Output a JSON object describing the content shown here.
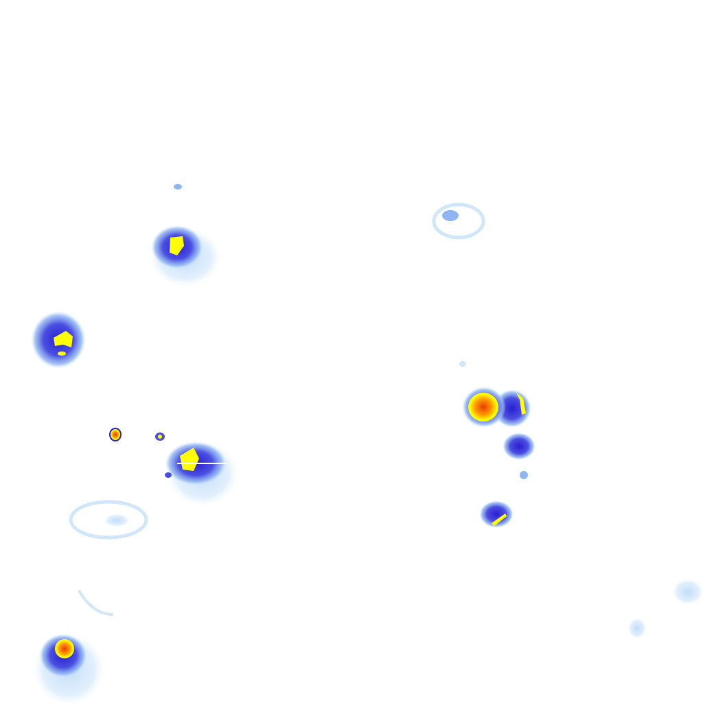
{
  "image": {
    "kind": "fluorescence intensity heatmap",
    "background_color": "#ffffff",
    "colormap": [
      "#cfe6fb",
      "#8fb6f2",
      "#4a4fe0",
      "#2a1fd0",
      "#ffff00",
      "#ff9a00",
      "#e83a00"
    ]
  },
  "cells": [
    {
      "name": "cell-top-left",
      "intensity": "high"
    },
    {
      "name": "cell-left",
      "intensity": "high"
    },
    {
      "name": "cell-center-left",
      "intensity": "high"
    },
    {
      "name": "cell-bottom-left",
      "intensity": "very-high"
    },
    {
      "name": "cell-right-cluster",
      "intensity": "very-high"
    },
    {
      "name": "cell-right-lower",
      "intensity": "medium"
    },
    {
      "name": "cell-right-bottom",
      "intensity": "high"
    },
    {
      "name": "cell-top-right-faint",
      "intensity": "low"
    },
    {
      "name": "cell-faint-left-ring",
      "intensity": "low"
    },
    {
      "name": "cell-faint-far-right",
      "intensity": "low"
    }
  ]
}
